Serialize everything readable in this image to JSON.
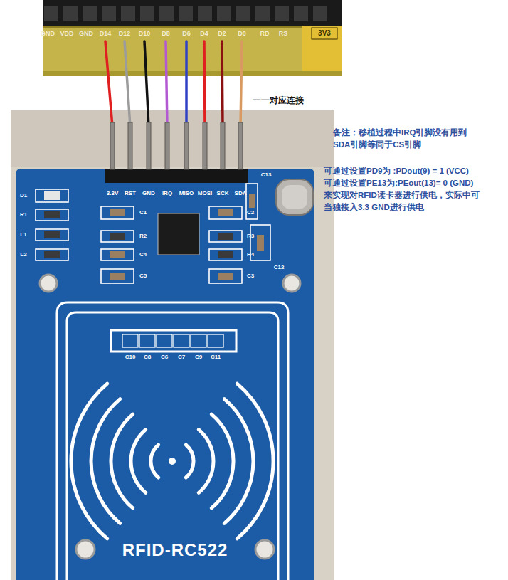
{
  "diagram": {
    "labels": [
      "GND",
      "VDD",
      "GND",
      "D14",
      "D12",
      "D10",
      "D8",
      "D6",
      "D4",
      "D2",
      "D0",
      "RD",
      "RS",
      "3V3",
      "一一对应连接",
      "备注：移植过程中IRQ引脚没有用到 SDA引脚等同于CS引脚",
      "可通过设置PD9为 :PDout(9) = 1 (VCC)",
      "可通过设置PE13为:PEout(13)= 0 (GND)",
      "来实现对RFID读卡器进行供电，实际中可 当独接入3.3 GND进行供电",
      "3.3V",
      "RST",
      "GND",
      "IRQ",
      "MISO",
      "MOSI",
      "SCK",
      "SDA",
      "D1",
      "R1",
      "L1",
      "L2",
      "C1",
      "R2",
      "C4",
      "C5",
      "C2",
      "R3",
      "R4",
      "C3",
      "C13",
      "C12",
      "C10",
      "C8",
      "C6",
      "C7",
      "C9",
      "C11",
      "RFID-RC522"
    ]
  }
}
